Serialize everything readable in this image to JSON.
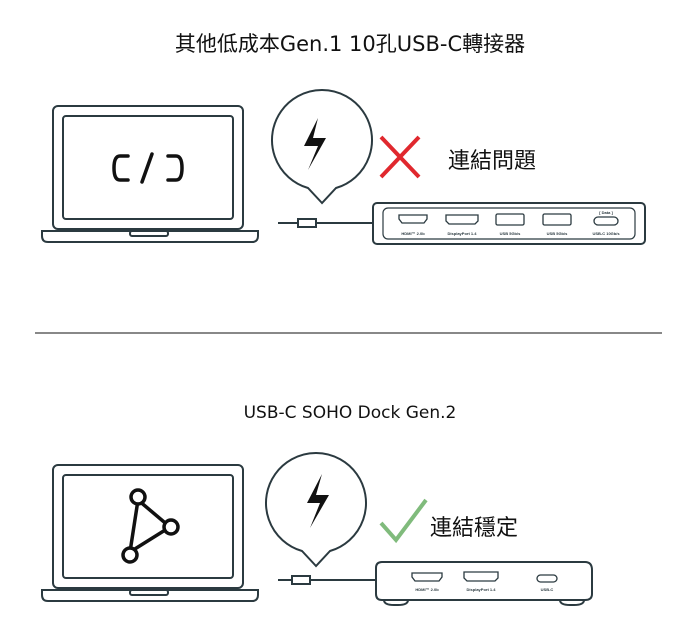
{
  "section_top": {
    "title": "其他低成本Gen.1 10孔USB-C轉接器",
    "status": "連結問題",
    "status_icon": "x-mark-icon",
    "ports": [
      "HDMI™ 2.0b",
      "DisplayPort 1.4",
      "USB 5Gb/s",
      "USB 5Gb/s",
      "USB-C 10Gb/s"
    ],
    "usbc_tag": "[ Data ]"
  },
  "section_bottom": {
    "title": "USB-C SOHO Dock Gen.2",
    "status": "連結穩定",
    "status_icon": "check-mark-icon",
    "ports": [
      "HDMI™ 2.0b",
      "DisplayPort 1.4",
      "USB-C"
    ]
  },
  "colors": {
    "line": "#2b3a40",
    "error": "#e0282e",
    "success": "#80bb7c"
  }
}
